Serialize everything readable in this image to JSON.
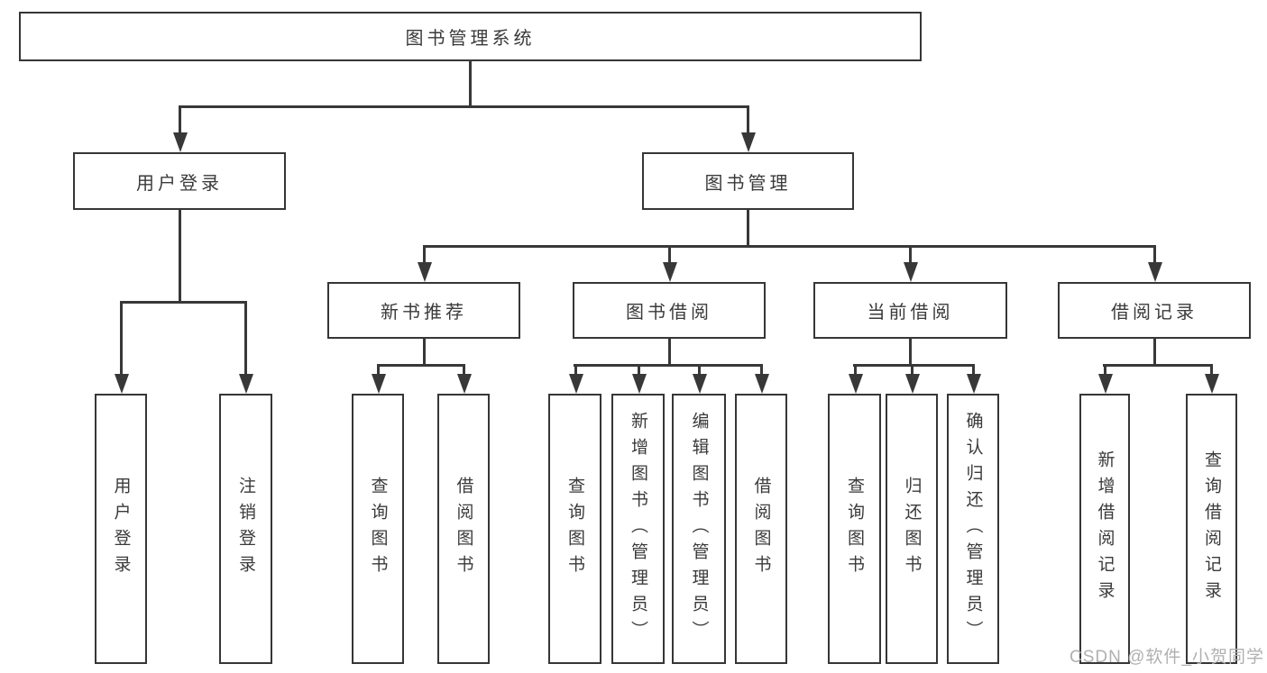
{
  "diagram": {
    "type": "tree",
    "title": "图书管理系统"
  },
  "tree": {
    "label": "图书管理系统",
    "children": [
      {
        "label": "用户登录",
        "children": [
          {
            "label": "用户登录"
          },
          {
            "label": "注销登录"
          }
        ]
      },
      {
        "label": "图书管理",
        "children": [
          {
            "label": "新书推荐",
            "children": [
              {
                "label": "查询图书"
              },
              {
                "label": "借阅图书"
              }
            ]
          },
          {
            "label": "图书借阅",
            "children": [
              {
                "label": "查询图书"
              },
              {
                "label": "新增图书（管理员）"
              },
              {
                "label": "编辑图书（管理员）"
              },
              {
                "label": "借阅图书"
              }
            ]
          },
          {
            "label": "当前借阅",
            "children": [
              {
                "label": "查询图书"
              },
              {
                "label": "归还图书"
              },
              {
                "label": "确认归还（管理员）"
              }
            ]
          },
          {
            "label": "借阅记录",
            "children": [
              {
                "label": "新增借阅记录"
              },
              {
                "label": "查询借阅记录"
              }
            ]
          }
        ]
      }
    ]
  },
  "watermark": {
    "text": "CSDN @软件_小贺同学"
  },
  "colors": {
    "line": "#383838",
    "border": "#363636",
    "text": "#3a3a3a",
    "watermark_text": "#b0b0b0",
    "background": "#ffffff"
  }
}
